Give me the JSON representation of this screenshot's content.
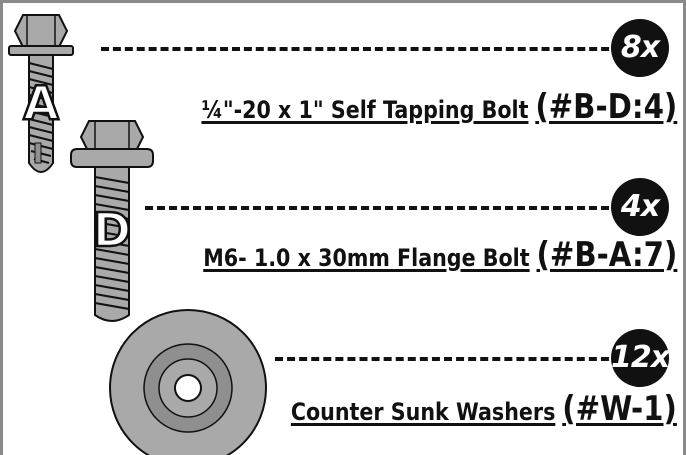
{
  "items": [
    {
      "letter": "A",
      "quantity": "8x",
      "description": "¼\"-20 x 1\" Self Tapping Bolt",
      "part_code": "(#B-D:4)"
    },
    {
      "letter": "D",
      "quantity": "4x",
      "description": "M6- 1.0 x 30mm Flange Bolt",
      "part_code": "(#B-A:7)"
    },
    {
      "quantity": "12x",
      "description": "Counter Sunk Washers",
      "part_code": "(#W-1)"
    }
  ],
  "colors": {
    "hardware_fill": "#a9a9a9",
    "hardware_dark": "#8f8f8f",
    "ink": "#111111",
    "border": "#8a8a8a"
  },
  "icons": [
    "self-tapping-bolt-image",
    "flange-bolt-image",
    "washer-image"
  ]
}
